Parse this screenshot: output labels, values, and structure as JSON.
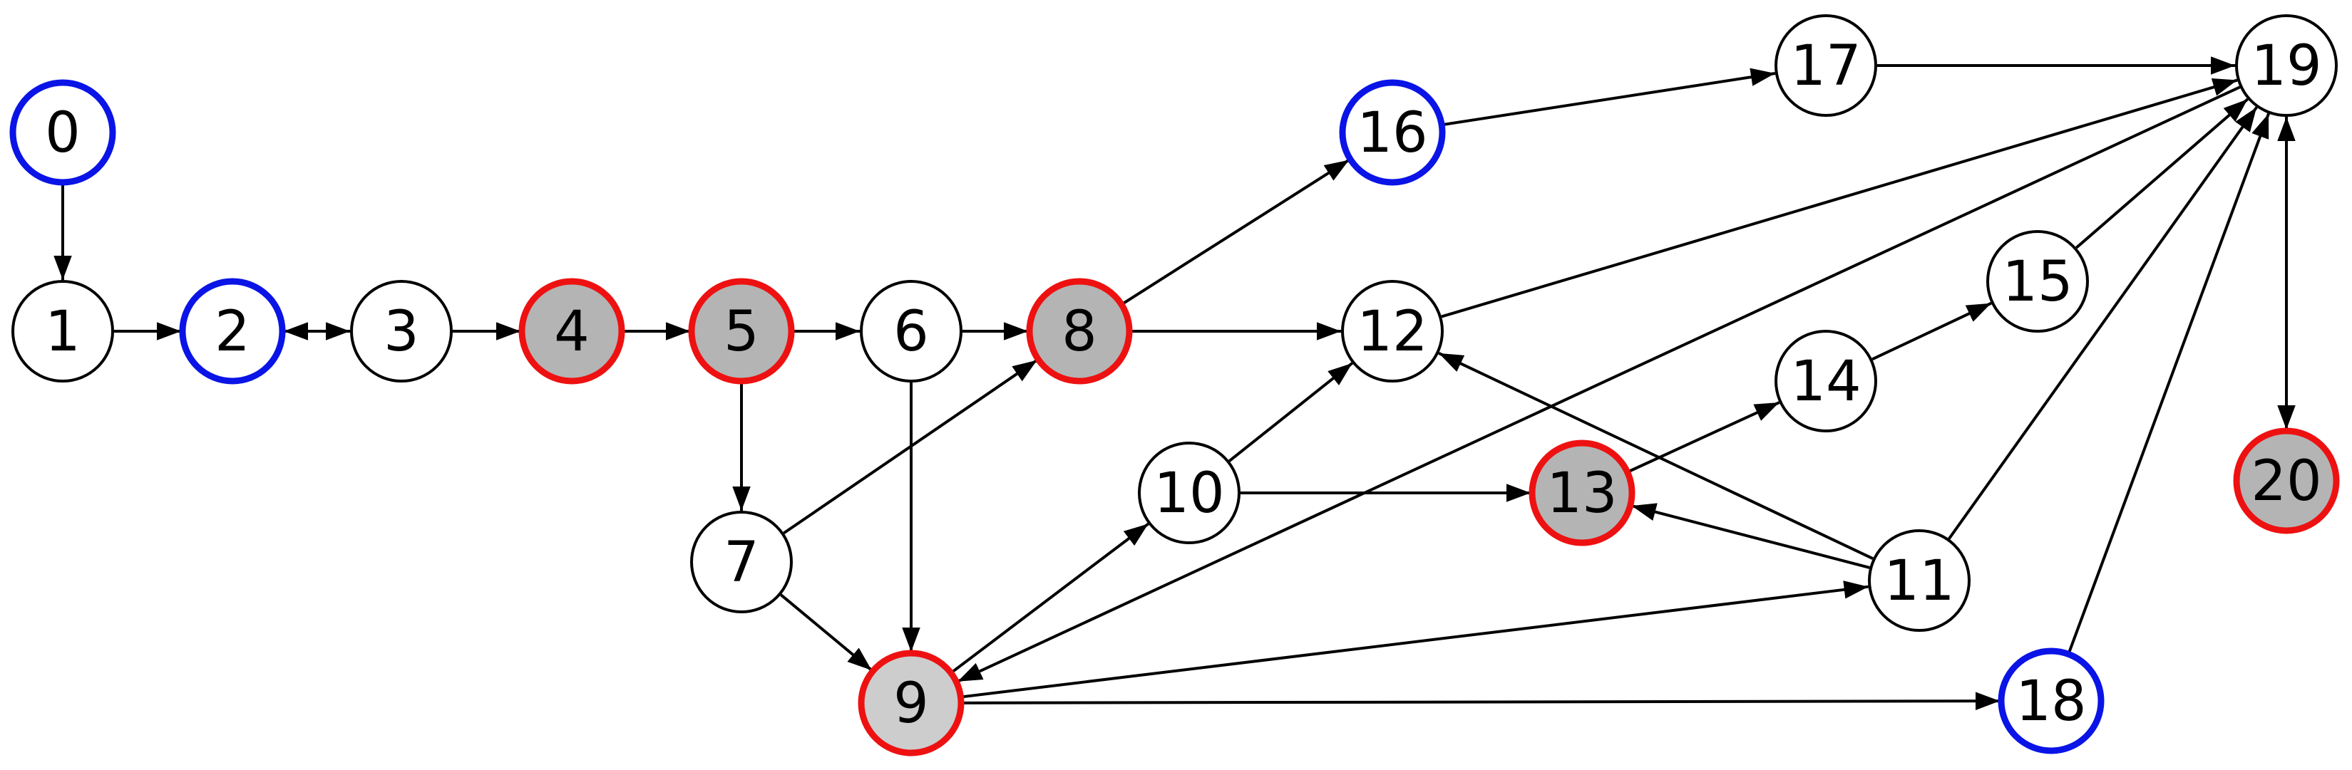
{
  "colors": {
    "stroke": "#000000",
    "blue": "#0a14e6",
    "red": "#ee1111",
    "fill_gray": "#b4b4b4",
    "fill_light": "#cdcdcd",
    "fill_white": "#ffffff"
  },
  "nodes": [
    {
      "id": "0",
      "label": "0",
      "ring": "blue",
      "fill": "white"
    },
    {
      "id": "1",
      "label": "1",
      "ring": "black",
      "fill": "white"
    },
    {
      "id": "2",
      "label": "2",
      "ring": "blue",
      "fill": "white"
    },
    {
      "id": "3",
      "label": "3",
      "ring": "black",
      "fill": "white"
    },
    {
      "id": "4",
      "label": "4",
      "ring": "red",
      "fill": "gray"
    },
    {
      "id": "5",
      "label": "5",
      "ring": "red",
      "fill": "gray"
    },
    {
      "id": "6",
      "label": "6",
      "ring": "black",
      "fill": "white"
    },
    {
      "id": "7",
      "label": "7",
      "ring": "black",
      "fill": "white"
    },
    {
      "id": "8",
      "label": "8",
      "ring": "red",
      "fill": "gray"
    },
    {
      "id": "9",
      "label": "9",
      "ring": "red",
      "fill": "light"
    },
    {
      "id": "10",
      "label": "10",
      "ring": "black",
      "fill": "white"
    },
    {
      "id": "11",
      "label": "11",
      "ring": "black",
      "fill": "white"
    },
    {
      "id": "12",
      "label": "12",
      "ring": "black",
      "fill": "white"
    },
    {
      "id": "13",
      "label": "13",
      "ring": "red",
      "fill": "gray"
    },
    {
      "id": "14",
      "label": "14",
      "ring": "black",
      "fill": "white"
    },
    {
      "id": "15",
      "label": "15",
      "ring": "black",
      "fill": "white"
    },
    {
      "id": "16",
      "label": "16",
      "ring": "blue",
      "fill": "white"
    },
    {
      "id": "17",
      "label": "17",
      "ring": "black",
      "fill": "white"
    },
    {
      "id": "18",
      "label": "18",
      "ring": "blue",
      "fill": "white"
    },
    {
      "id": "19",
      "label": "19",
      "ring": "black",
      "fill": "white"
    },
    {
      "id": "20",
      "label": "20",
      "ring": "red",
      "fill": "gray"
    }
  ],
  "edges": [
    {
      "from": "0",
      "to": "1",
      "bidirectional": false
    },
    {
      "from": "1",
      "to": "2",
      "bidirectional": false
    },
    {
      "from": "2",
      "to": "3",
      "bidirectional": true
    },
    {
      "from": "3",
      "to": "4",
      "bidirectional": false
    },
    {
      "from": "4",
      "to": "5",
      "bidirectional": false
    },
    {
      "from": "5",
      "to": "6",
      "bidirectional": false
    },
    {
      "from": "5",
      "to": "7",
      "bidirectional": false
    },
    {
      "from": "6",
      "to": "8",
      "bidirectional": false
    },
    {
      "from": "6",
      "to": "9",
      "bidirectional": false
    },
    {
      "from": "7",
      "to": "8",
      "bidirectional": false
    },
    {
      "from": "7",
      "to": "9",
      "bidirectional": false
    },
    {
      "from": "8",
      "to": "16",
      "bidirectional": false
    },
    {
      "from": "8",
      "to": "12",
      "bidirectional": false
    },
    {
      "from": "9",
      "to": "10",
      "bidirectional": false
    },
    {
      "from": "9",
      "to": "11",
      "bidirectional": false
    },
    {
      "from": "9",
      "to": "18",
      "bidirectional": false
    },
    {
      "from": "19",
      "to": "9",
      "bidirectional": false
    },
    {
      "from": "10",
      "to": "12",
      "bidirectional": false
    },
    {
      "from": "10",
      "to": "13",
      "bidirectional": false
    },
    {
      "from": "11",
      "to": "12",
      "bidirectional": false
    },
    {
      "from": "11",
      "to": "13",
      "bidirectional": false
    },
    {
      "from": "11",
      "to": "19",
      "bidirectional": false
    },
    {
      "from": "12",
      "to": "19",
      "bidirectional": false
    },
    {
      "from": "13",
      "to": "14",
      "bidirectional": false
    },
    {
      "from": "14",
      "to": "15",
      "bidirectional": false
    },
    {
      "from": "15",
      "to": "19",
      "bidirectional": false
    },
    {
      "from": "16",
      "to": "17",
      "bidirectional": false
    },
    {
      "from": "17",
      "to": "19",
      "bidirectional": false
    },
    {
      "from": "18",
      "to": "19",
      "bidirectional": false
    },
    {
      "from": "19",
      "to": "20",
      "bidirectional": true
    }
  ]
}
